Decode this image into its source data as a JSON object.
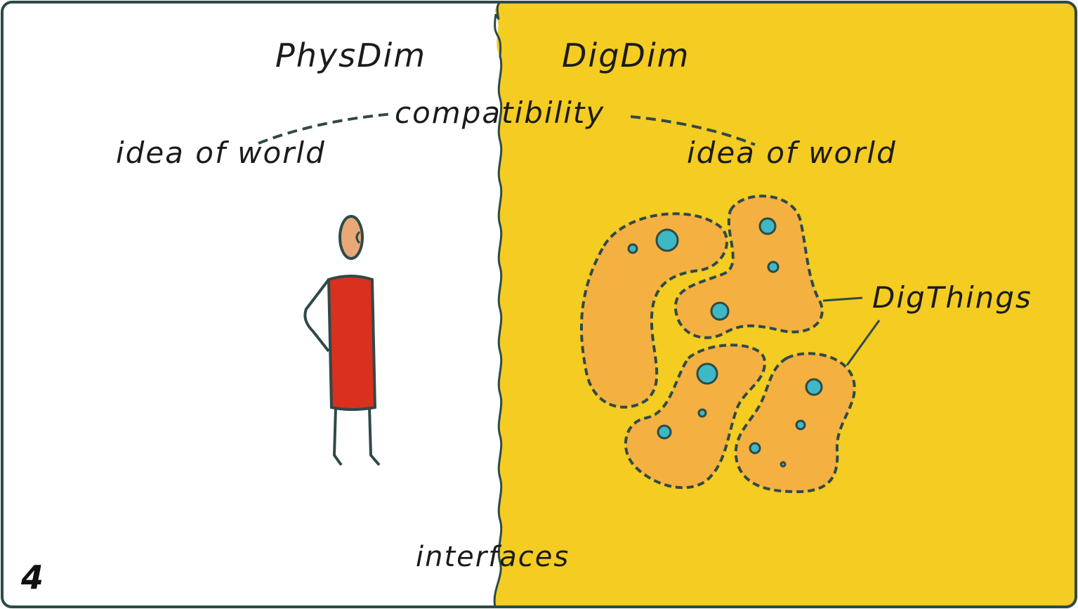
{
  "panel_number": "4",
  "regions": {
    "physical": {
      "title": "PhysDim",
      "idea_label": "idea of world",
      "color": "#ffffff"
    },
    "digital": {
      "title": "DigDim",
      "idea_label": "idea of world",
      "color": "#f4cc22"
    }
  },
  "links": {
    "compatibility": "compatibility",
    "interfaces": "interfaces",
    "digthings": "DigThings"
  },
  "colors": {
    "outline": "#2e4a48",
    "blob_fill": "#f4b040",
    "dot_fill": "#3fb8c6",
    "person_body": "#d9301f",
    "person_head": "#e8a878"
  }
}
